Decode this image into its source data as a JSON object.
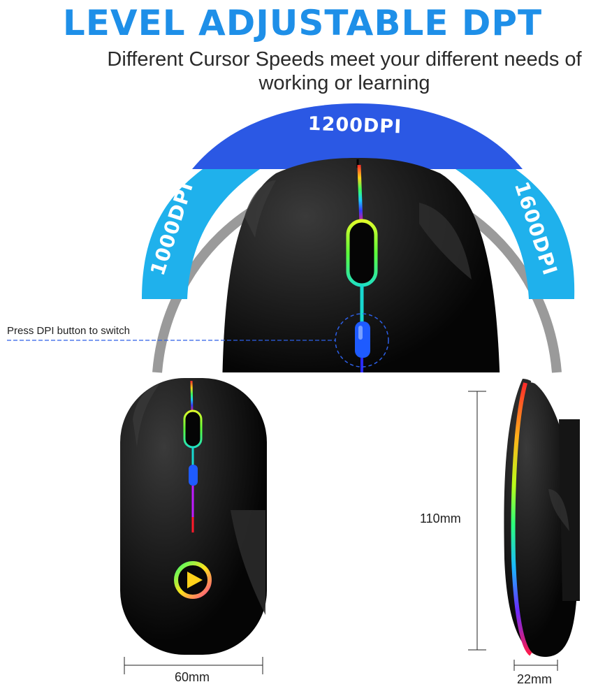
{
  "header": {
    "title": "LEVEL ADJUSTABLE DPT",
    "subtitle_line1": "Different Cursor Speeds meet your different needs of",
    "subtitle_line2": "working or learning"
  },
  "dpi_arc": {
    "left_label": "1000DPI",
    "center_label": "1200DPI",
    "right_label": "1600DPI",
    "colors": {
      "left": "#1fb1ec",
      "center": "#2b58e4",
      "right": "#1fb1ec",
      "ring": "#9a9a9a"
    }
  },
  "callout": {
    "text": "Press DPI button to switch"
  },
  "dimensions": {
    "height": "110mm",
    "width": "60mm",
    "depth": "22mm"
  },
  "colors": {
    "title": "#1e8fe8",
    "body": "#0b0b0b",
    "dpi_button": "#1e5bff"
  }
}
